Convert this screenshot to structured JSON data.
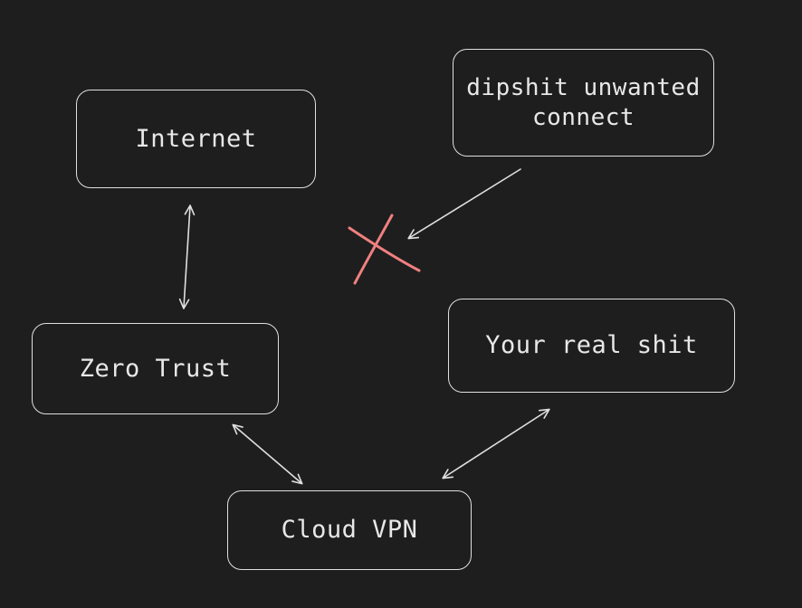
{
  "diagram": {
    "nodes": {
      "internet": {
        "label": "Internet"
      },
      "unwanted": {
        "label": "dipshit unwanted connect"
      },
      "zero_trust": {
        "label": "Zero Trust"
      },
      "real": {
        "label": "Your real shit"
      },
      "cloud_vpn": {
        "label": "Cloud VPN"
      }
    },
    "edges": [
      {
        "from": "internet",
        "to": "zero_trust",
        "direction": "both"
      },
      {
        "from": "zero_trust",
        "to": "cloud_vpn",
        "direction": "both"
      },
      {
        "from": "cloud_vpn",
        "to": "real",
        "direction": "both"
      },
      {
        "from": "unwanted",
        "to": "blocked",
        "direction": "one-way",
        "status": "blocked"
      }
    ],
    "colors": {
      "background": "#1e1e1e",
      "stroke": "#e0e0e0",
      "block_mark": "#f08080"
    }
  }
}
